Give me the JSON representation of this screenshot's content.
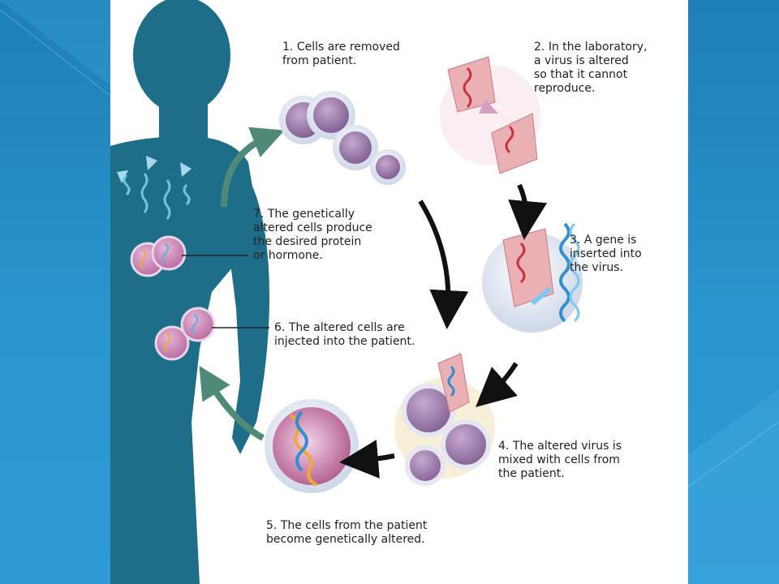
{
  "colors": {
    "background": "#2a95cf",
    "body_silhouette": "#1e6e8a",
    "arrow_black": "#111111",
    "arrow_green": "#4f8a78",
    "cell_purple": "#8a6a9a",
    "cell_halo": "#dfe6f1"
  },
  "steps": [
    {
      "number": "1.",
      "text": "Cells are removed\nfrom patient."
    },
    {
      "number": "2.",
      "text": "In the laboratory,\na virus is altered\nso that it cannot\nreproduce."
    },
    {
      "number": "3.",
      "text": "A gene is\ninserted into\nthe virus."
    },
    {
      "number": "4.",
      "text": "The altered virus is\nmixed with cells from\nthe patient."
    },
    {
      "number": "5.",
      "text": "The cells from the patient\nbecome genetically altered."
    },
    {
      "number": "6.",
      "text": "The altered cells are\ninjected into the patient."
    },
    {
      "number": "7.",
      "text": "The genetically\naltered cells produce\nthe desired protein\nor hormone."
    }
  ]
}
